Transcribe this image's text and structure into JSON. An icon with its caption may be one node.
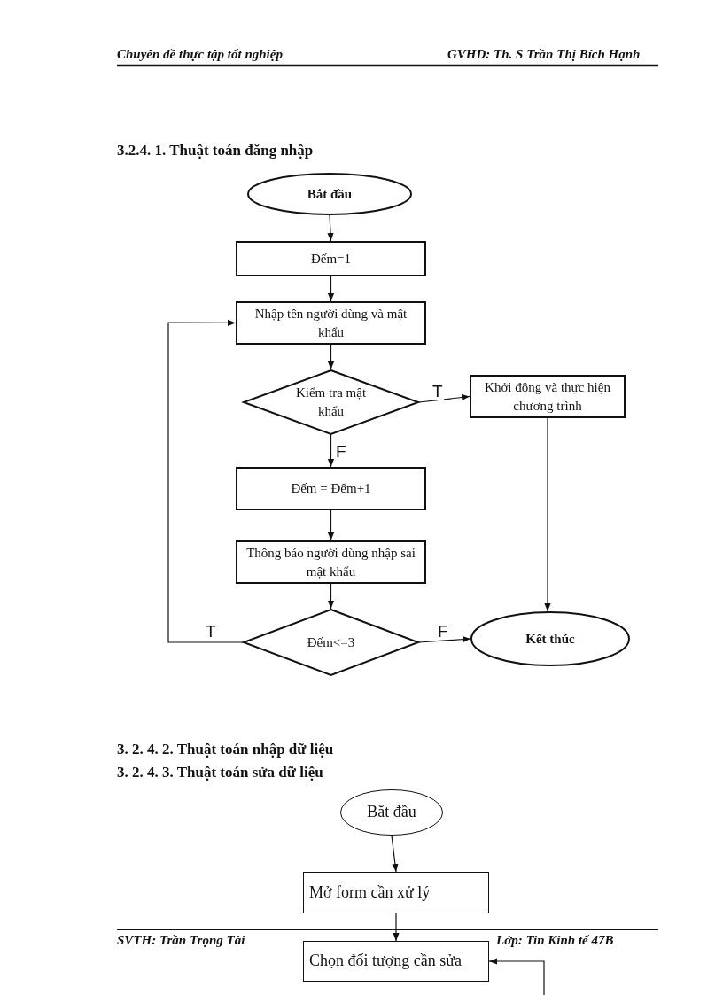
{
  "diagram": {
    "title": "3.2.4. 1. Thuật toán đăng nhập",
    "nodes": [
      {
        "text": [
          "Bắt đầu"
        ]
      },
      {
        "text": [
          "Đếm=1"
        ]
      },
      {
        "text": [
          "Nhập tên người dùng và mật khẩu"
        ]
      },
      {
        "text": [
          "Kiểm tra mật khẩu"
        ]
      },
      {
        "text": [
          "Khởi động và thực hiện chương trình"
        ]
      },
      {
        "text": [
          "Đếm = Đếm+1"
        ]
      },
      {
        "text": [
          "Thông báo người dùng nhập sai mật khẩu"
        ]
      },
      {
        "text": [
          "Đếm<=3"
        ]
      },
      {
        "text": [
          "Kết thúc"
        ]
      },
      {
        "text": [
          "Bắt đầu"
        ]
      },
      {
        "text": [
          "Mở form cần xử lý"
        ]
      },
      {
        "text": [
          "Chọn đối tượng cần sửa"
        ]
      }
    ],
    "edges": [
      {
        "from": 0,
        "to": 1,
        "arrow": "to"
      },
      {
        "from": 1,
        "to": 2,
        "arrow": "to"
      },
      {
        "from": 2,
        "to": 3,
        "arrow": "to"
      },
      {
        "from": 3,
        "to": 4,
        "arrow": "to",
        "label": "T"
      },
      {
        "from": 3,
        "to": 5,
        "arrow": "to",
        "label": "F"
      },
      {
        "from": 5,
        "to": 6,
        "arrow": "to"
      },
      {
        "from": 6,
        "to": 7,
        "arrow": "to"
      },
      {
        "from": 7,
        "to": 2,
        "arrow": "to",
        "label": "T"
      },
      {
        "from": 7,
        "to": 8,
        "arrow": "to",
        "label": "F"
      },
      {
        "from": 4,
        "to": 8,
        "arrow": "to"
      },
      {
        "from": 9,
        "to": 10,
        "arrow": "to"
      },
      {
        "from": 10,
        "to": 11,
        "arrow": "to"
      },
      {
        "from": null,
        "to": 11,
        "arrow": "to"
      }
    ],
    "labels": [
      "Chuyên đề thực tập tốt nghiệp",
      "GVHD: Th. S Trần Thị Bích Hạnh",
      "3. 2. 4. 2. Thuật toán nhập  dữ liệu",
      "3. 2. 4. 3. Thuật toán sửa dữ liệu",
      "SVTH: Trần Trọng Tài",
      "Lớp: Tin Kinh tế 47B"
    ]
  }
}
